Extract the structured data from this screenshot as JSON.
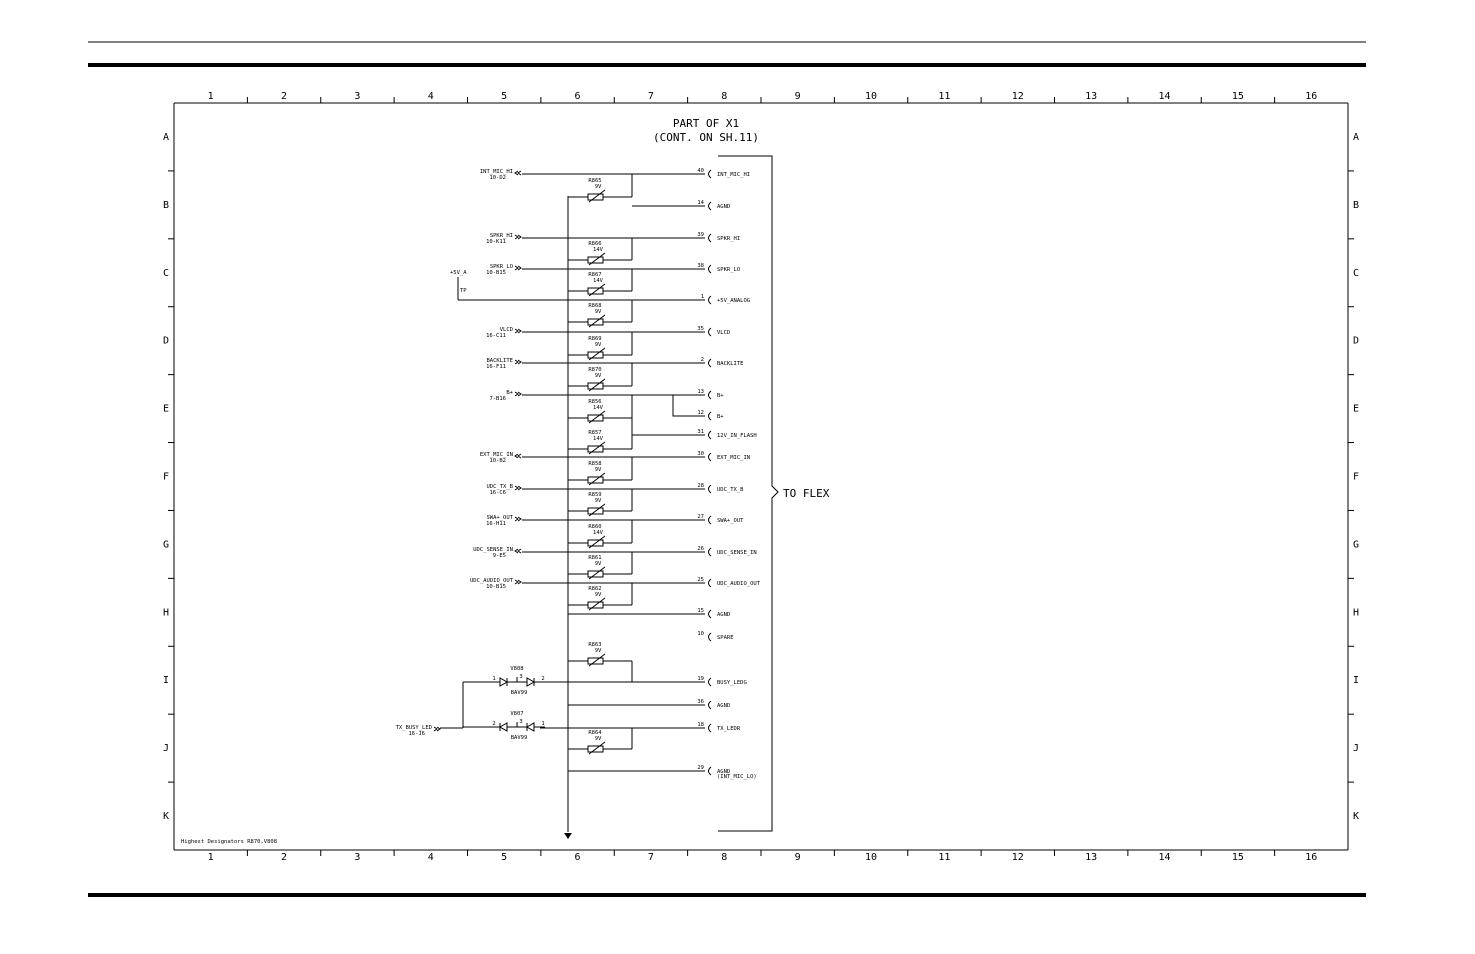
{
  "frame": {
    "columns": [
      "1",
      "2",
      "3",
      "4",
      "5",
      "6",
      "7",
      "8",
      "9",
      "10",
      "11",
      "12",
      "13",
      "14",
      "15",
      "16"
    ],
    "rows": [
      "A",
      "B",
      "C",
      "D",
      "E",
      "F",
      "G",
      "H",
      "I",
      "J",
      "K"
    ]
  },
  "title": {
    "line1": "PART OF X1",
    "line2": "(CONT. ON SH.11)"
  },
  "flex_label": "TO FLEX",
  "footer_note": "Highest Designators R870,V808",
  "power_label": "+5V_A",
  "power_tp": "TP",
  "signals": [
    {
      "name": "INT_MIC_HI",
      "ref": "10-D2",
      "pin": "40",
      "conn": "INT_MIC_HI"
    },
    {
      "name": "",
      "ref": "",
      "pin": "14",
      "conn": "AGND"
    },
    {
      "name": "SPKR_HI",
      "ref": "10-K11",
      "pin": "39",
      "conn": "SPKR_HI"
    },
    {
      "name": "SPKR_LO",
      "ref": "10-B15",
      "pin": "38",
      "conn": "SPKR_LO"
    },
    {
      "name": "",
      "ref": "",
      "pin": "1",
      "conn": "+5V_ANALOG"
    },
    {
      "name": "VLCD",
      "ref": "16-C11",
      "pin": "35",
      "conn": "VLCD"
    },
    {
      "name": "BACKLITE",
      "ref": "16-F11",
      "pin": "2",
      "conn": "BACKLITE"
    },
    {
      "name": "B+",
      "ref": "7-B16",
      "pin": "13",
      "conn": "B+"
    },
    {
      "name": "",
      "ref": "",
      "pin": "12",
      "conn": "B+"
    },
    {
      "name": "",
      "ref": "",
      "pin": "31",
      "conn": "12V_IN_FLASH"
    },
    {
      "name": "EXT_MIC_IN",
      "ref": "10-B2",
      "pin": "30",
      "conn": "EXT_MIC_IN"
    },
    {
      "name": "UDC_TX_B",
      "ref": "16-C6",
      "pin": "28",
      "conn": "UDC_TX_B"
    },
    {
      "name": "SWA+_OUT",
      "ref": "16-H11",
      "pin": "27",
      "conn": "SWA+_OUT"
    },
    {
      "name": "UDC_SENSE_IN",
      "ref": "9-E5",
      "pin": "26",
      "conn": "UDC_SENSE_IN"
    },
    {
      "name": "UDC_AUDIO_OUT",
      "ref": "10-B15",
      "pin": "25",
      "conn": "UDC_AUDIO_OUT"
    },
    {
      "name": "",
      "ref": "",
      "pin": "15",
      "conn": "AGND"
    },
    {
      "name": "",
      "ref": "",
      "pin": "10",
      "conn": "SPARE"
    },
    {
      "name": "",
      "ref": "",
      "pin": "19",
      "conn": "BUSY_LEDG"
    },
    {
      "name": "",
      "ref": "",
      "pin": "36",
      "conn": "AGND"
    },
    {
      "name": "TX_BUSY_LED",
      "ref": "16-J6",
      "pin": "18",
      "conn": "TX_LEDR"
    },
    {
      "name": "",
      "ref": "",
      "pin": "29",
      "conn": "AGND"
    }
  ],
  "agnd_note": "(INT_MIC_LO)",
  "varistors": [
    {
      "ref": "R865",
      "val": "9V"
    },
    {
      "ref": "R866",
      "val": "14V"
    },
    {
      "ref": "R867",
      "val": "14V"
    },
    {
      "ref": "R868",
      "val": "9V"
    },
    {
      "ref": "R869",
      "val": "9V"
    },
    {
      "ref": "R870",
      "val": "9V"
    },
    {
      "ref": "R856",
      "val": "14V"
    },
    {
      "ref": "R857",
      "val": "14V"
    },
    {
      "ref": "R858",
      "val": "9V"
    },
    {
      "ref": "R859",
      "val": "9V"
    },
    {
      "ref": "R860",
      "val": "14V"
    },
    {
      "ref": "R861",
      "val": "9V"
    },
    {
      "ref": "R862",
      "val": "9V"
    },
    {
      "ref": "R863",
      "val": "9V"
    },
    {
      "ref": "R864",
      "val": "9V"
    }
  ],
  "diodes": [
    {
      "ref": "V808",
      "part": "BAV99",
      "pin_a": "1",
      "pin_mid": "3",
      "pin_b": "2"
    },
    {
      "ref": "V807",
      "part": "BAV99",
      "pin_a": "2",
      "pin_mid": "3",
      "pin_b": "1"
    }
  ]
}
